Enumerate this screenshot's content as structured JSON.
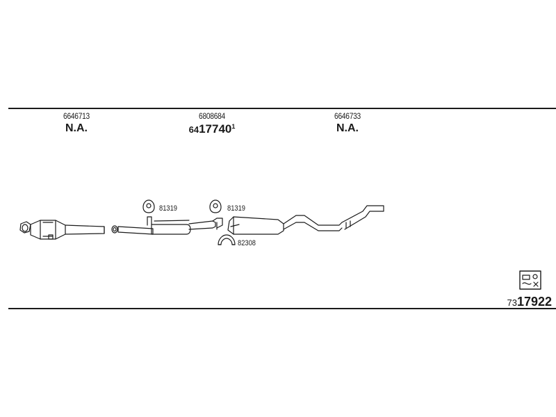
{
  "columns": [
    {
      "part_number": "6646713",
      "status": "N.A."
    },
    {
      "part_number": "6808684",
      "code_prefix": "64",
      "code_main": "17740",
      "code_suffix": "1"
    },
    {
      "part_number": "6646733",
      "status": "N.A."
    }
  ],
  "part_labels": {
    "hanger_1": "81319",
    "hanger_2": "81319",
    "clamp": "82308"
  },
  "reference": {
    "prefix": "73",
    "number": "17922"
  },
  "icon": "fitting-kit-icon"
}
